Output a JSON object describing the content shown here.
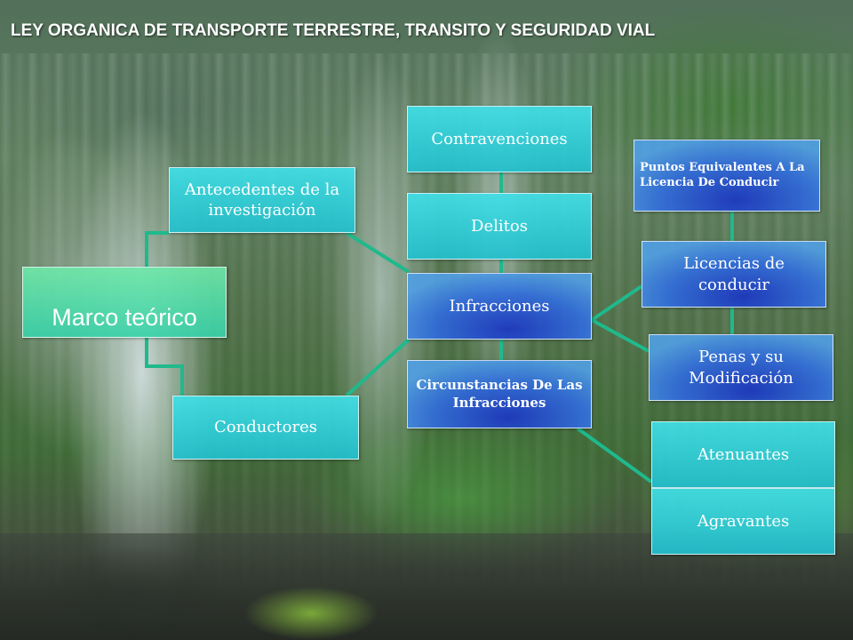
{
  "title": "LEY ORGANICA DE TRANSPORTE  TERRESTRE, TRANSITO Y SEGURIDAD VIAL",
  "colors": {
    "connector": "#1fb98c",
    "teal_box": "#2ec9d8",
    "blue_box": "#2a4fc8",
    "green_box": "#55dca8"
  },
  "nodes": {
    "marco": "Marco teórico",
    "antecedentes": "Antecedentes de la investigación",
    "conductores": "Conductores",
    "contravenciones": "Contravenciones",
    "delitos": "Delitos",
    "infracciones": "Infracciones",
    "circunstancias": "Circunstancias De Las Infracciones",
    "puntos": "Puntos Equivalentes A La Licencia De Conducir",
    "licencias": "Licencias de conducir",
    "penas": "Penas y su Modificación",
    "atenuantes": "Atenuantes",
    "agravantes": "Agravantes"
  }
}
